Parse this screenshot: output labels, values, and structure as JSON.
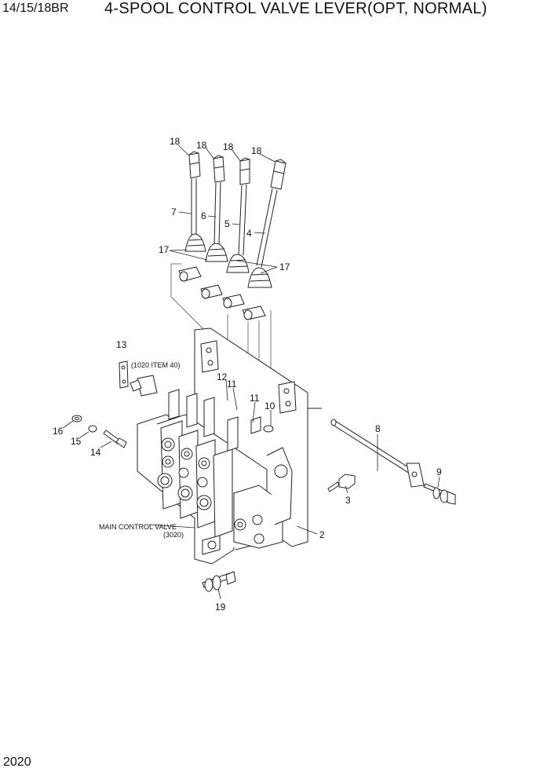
{
  "header": {
    "model": "14/15/18BR",
    "title": "4-SPOOL CONTROL VALVE LEVER(OPT, NORMAL)"
  },
  "footer": {
    "page_number": "2020"
  },
  "callouts": {
    "c1": "18",
    "c2": "18",
    "c3": "18",
    "c4": "18",
    "c5": "7",
    "c6": "6",
    "c7": "5",
    "c8": "4",
    "c9": "17",
    "c10": "17",
    "c11": "13",
    "c12": "12",
    "c13": "11",
    "c14": "11",
    "c15": "10",
    "c16": "16",
    "c17": "15",
    "c18": "14",
    "c19": "8",
    "c20": "9",
    "c21": "3",
    "c22": "2",
    "c23": "19"
  },
  "notes": {
    "item_ref": "(1020 ITEM 40)",
    "main_valve_line1": "MAIN CONTROL VALVE",
    "main_valve_line2": "(3020)"
  }
}
